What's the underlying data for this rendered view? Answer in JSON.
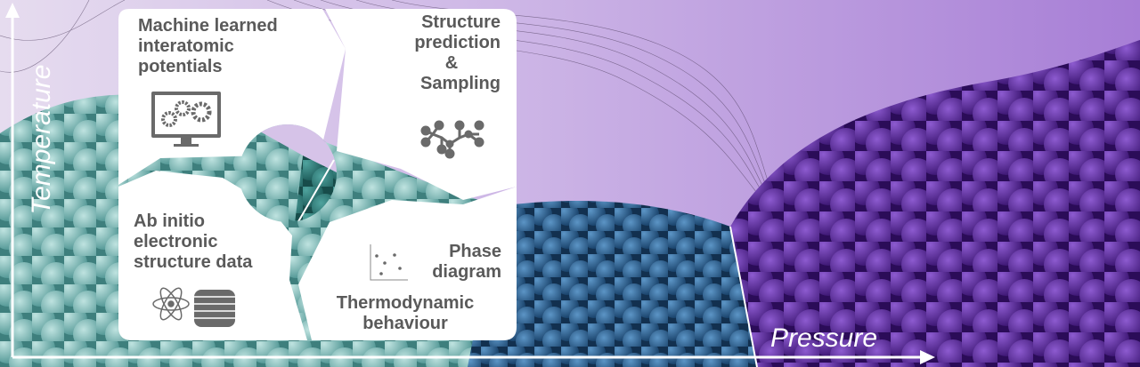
{
  "axes": {
    "y_label": "Temperature",
    "x_label": "Pressure"
  },
  "panels": {
    "mlip": {
      "lines": [
        "Machine learned",
        "interatomic",
        "potentials"
      ],
      "icon": "monitor-gears-icon"
    },
    "structure": {
      "lines": [
        "Structure",
        "prediction",
        "&",
        "Sampling"
      ],
      "icon": "molecule-icon"
    },
    "abinitio": {
      "lines": [
        "Ab initio",
        "electronic",
        "structure data"
      ],
      "icon": "atom-database-icon"
    },
    "phase": {
      "lines": [
        "Phase",
        "diagram"
      ],
      "icon": "scatter-plot-icon"
    },
    "thermo": {
      "lines": [
        "Thermodynamic",
        "behaviour"
      ]
    }
  },
  "colors": {
    "teal": "#6fb2b0",
    "blue": "#2f6496",
    "purple": "#5b2a9c",
    "sky": "#b592dc",
    "text": "#5a5a5a"
  }
}
